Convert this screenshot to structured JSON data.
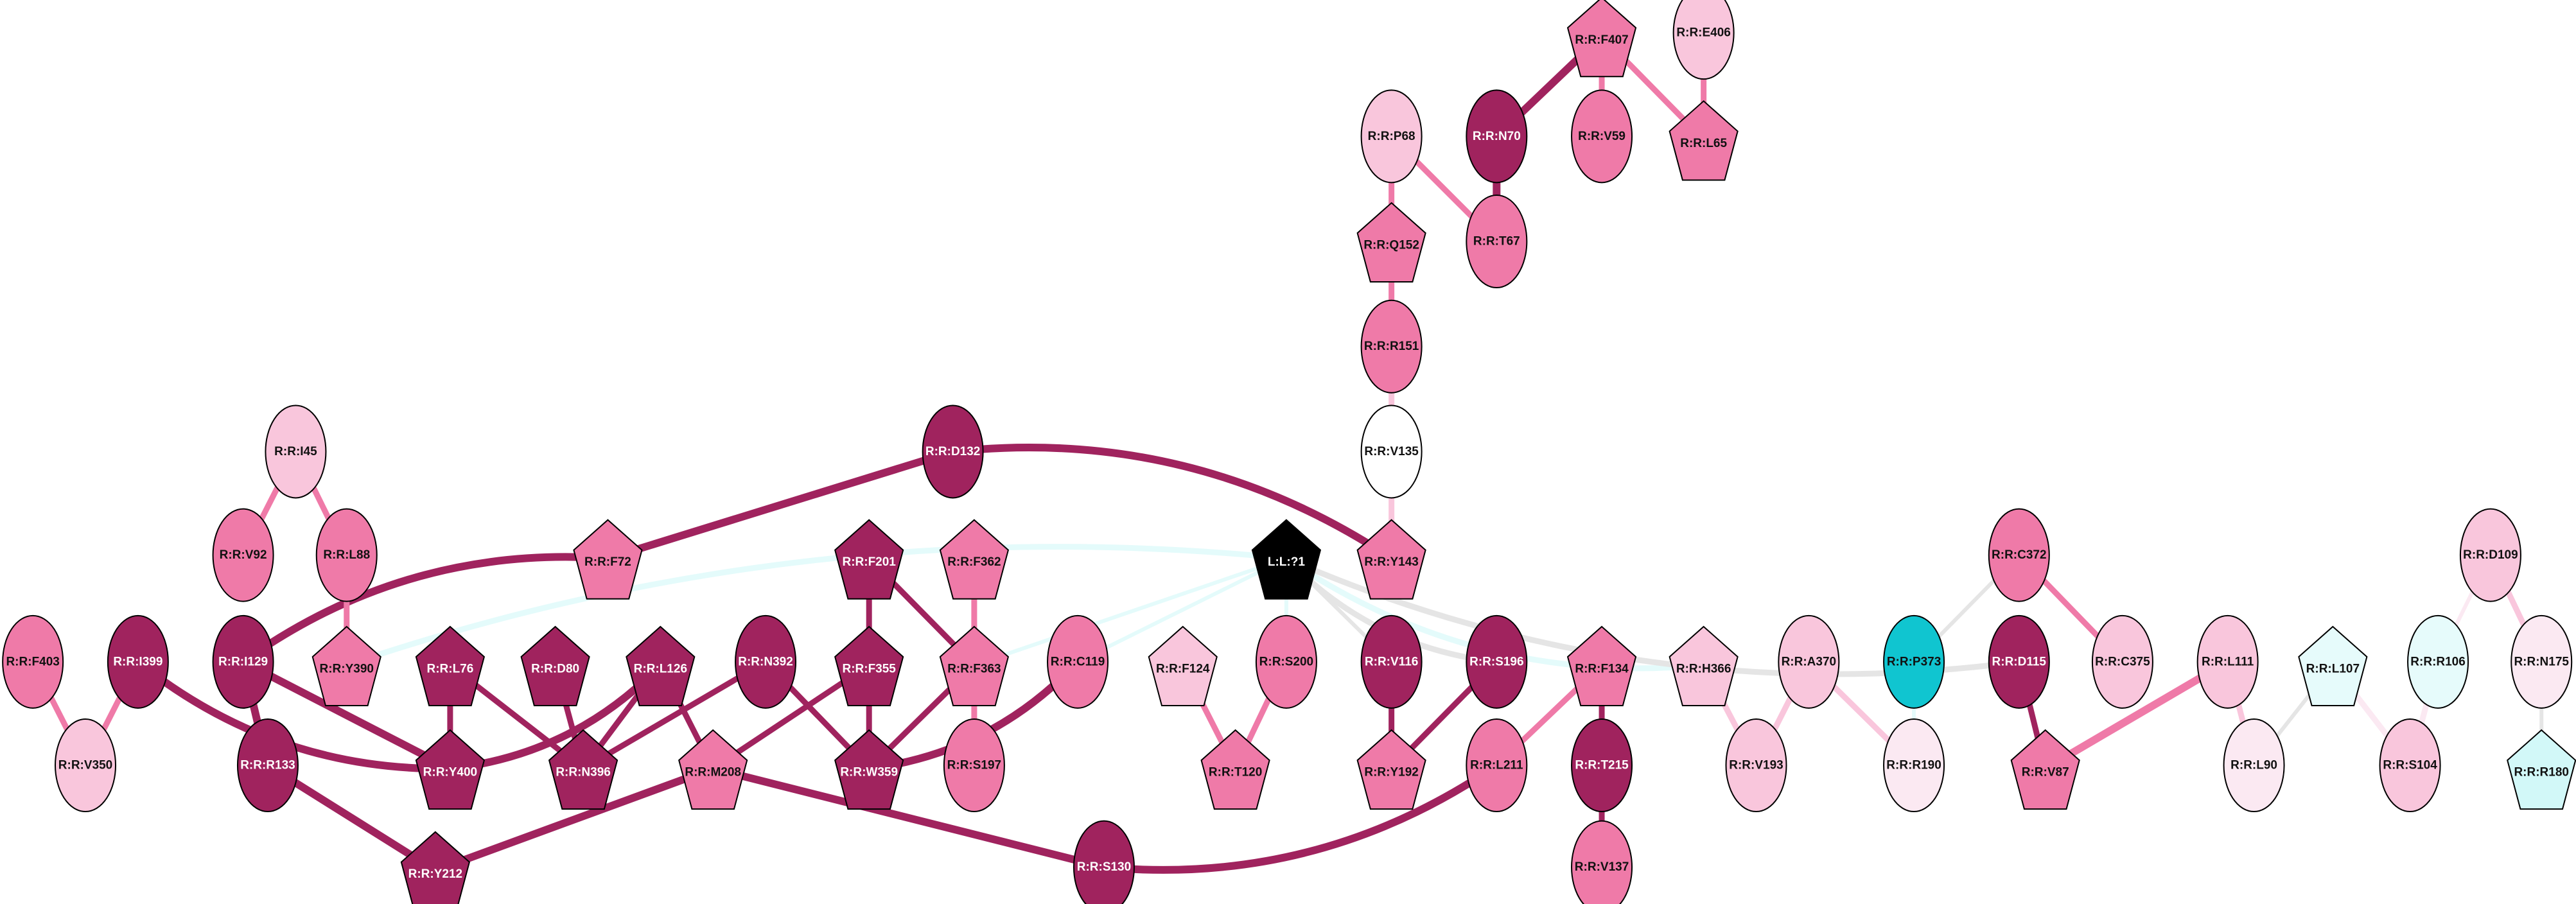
{
  "title": "Residue interaction network",
  "colors": {
    "dark": "#a0235e",
    "mid": "#ef7aa8",
    "light": "#f9c6dc",
    "pale": "#fbe9f2",
    "white": "#ffffff",
    "cyan_pale": "#e6fbfb",
    "cyan_light": "#d2f8f8",
    "cyan": "#10c5d0",
    "ligand": "#000000",
    "gray_edge": "#e5e5e5",
    "cyan_edge": "#e4fbfb"
  },
  "nodes": [
    {
      "id": "F407",
      "label": "R:R:F407",
      "shape": "pentagon",
      "color": "mid"
    },
    {
      "id": "E406",
      "label": "R:R:E406",
      "shape": "ellipse",
      "color": "light"
    },
    {
      "id": "P68",
      "label": "R:R:P68",
      "shape": "ellipse",
      "color": "light"
    },
    {
      "id": "N70",
      "label": "R:R:N70",
      "shape": "ellipse",
      "color": "dark"
    },
    {
      "id": "V59",
      "label": "R:R:V59",
      "shape": "ellipse",
      "color": "mid"
    },
    {
      "id": "L65",
      "label": "R:R:L65",
      "shape": "pentagon",
      "color": "mid"
    },
    {
      "id": "Q152",
      "label": "R:R:Q152",
      "shape": "pentagon",
      "color": "mid"
    },
    {
      "id": "T67",
      "label": "R:R:T67",
      "shape": "ellipse",
      "color": "mid"
    },
    {
      "id": "R151",
      "label": "R:R:R151",
      "shape": "ellipse",
      "color": "mid"
    },
    {
      "id": "V135",
      "label": "R:R:V135",
      "shape": "ellipse",
      "color": "white"
    },
    {
      "id": "I45",
      "label": "R:R:I45",
      "shape": "ellipse",
      "color": "light"
    },
    {
      "id": "D132",
      "label": "R:R:D132",
      "shape": "ellipse",
      "color": "dark"
    },
    {
      "id": "V92",
      "label": "R:R:V92",
      "shape": "ellipse",
      "color": "mid"
    },
    {
      "id": "L88",
      "label": "R:R:L88",
      "shape": "ellipse",
      "color": "mid"
    },
    {
      "id": "F72",
      "label": "R:R:F72",
      "shape": "pentagon",
      "color": "mid"
    },
    {
      "id": "F201",
      "label": "R:R:F201",
      "shape": "pentagon",
      "color": "dark"
    },
    {
      "id": "F362",
      "label": "R:R:F362",
      "shape": "pentagon",
      "color": "mid"
    },
    {
      "id": "L1",
      "label": "L:L:?1",
      "shape": "pentagon",
      "color": "ligand"
    },
    {
      "id": "Y143",
      "label": "R:R:Y143",
      "shape": "pentagon",
      "color": "mid"
    },
    {
      "id": "C372",
      "label": "R:R:C372",
      "shape": "ellipse",
      "color": "mid"
    },
    {
      "id": "D109",
      "label": "R:R:D109",
      "shape": "ellipse",
      "color": "light"
    },
    {
      "id": "F403",
      "label": "R:R:F403",
      "shape": "ellipse",
      "color": "mid"
    },
    {
      "id": "I399",
      "label": "R:R:I399",
      "shape": "ellipse",
      "color": "dark"
    },
    {
      "id": "I129",
      "label": "R:R:I129",
      "shape": "ellipse",
      "color": "dark"
    },
    {
      "id": "Y390",
      "label": "R:R:Y390",
      "shape": "pentagon",
      "color": "mid"
    },
    {
      "id": "L76",
      "label": "R:R:L76",
      "shape": "pentagon",
      "color": "dark"
    },
    {
      "id": "D80",
      "label": "R:R:D80",
      "shape": "pentagon",
      "color": "dark"
    },
    {
      "id": "L126",
      "label": "R:R:L126",
      "shape": "pentagon",
      "color": "dark"
    },
    {
      "id": "N392",
      "label": "R:R:N392",
      "shape": "ellipse",
      "color": "dark"
    },
    {
      "id": "F355",
      "label": "R:R:F355",
      "shape": "pentagon",
      "color": "dark"
    },
    {
      "id": "F363",
      "label": "R:R:F363",
      "shape": "pentagon",
      "color": "mid"
    },
    {
      "id": "C119",
      "label": "R:R:C119",
      "shape": "ellipse",
      "color": "mid"
    },
    {
      "id": "F124",
      "label": "R:R:F124",
      "shape": "pentagon",
      "color": "light"
    },
    {
      "id": "S200",
      "label": "R:R:S200",
      "shape": "ellipse",
      "color": "mid"
    },
    {
      "id": "V116",
      "label": "R:R:V116",
      "shape": "ellipse",
      "color": "dark"
    },
    {
      "id": "S196",
      "label": "R:R:S196",
      "shape": "ellipse",
      "color": "dark"
    },
    {
      "id": "F134",
      "label": "R:R:F134",
      "shape": "pentagon",
      "color": "mid"
    },
    {
      "id": "H366",
      "label": "R:R:H366",
      "shape": "pentagon",
      "color": "light"
    },
    {
      "id": "A370",
      "label": "R:R:A370",
      "shape": "ellipse",
      "color": "light"
    },
    {
      "id": "P373",
      "label": "R:R:P373",
      "shape": "ellipse",
      "color": "cyan"
    },
    {
      "id": "D115",
      "label": "R:R:D115",
      "shape": "ellipse",
      "color": "dark"
    },
    {
      "id": "C375",
      "label": "R:R:C375",
      "shape": "ellipse",
      "color": "light"
    },
    {
      "id": "L111",
      "label": "R:R:L111",
      "shape": "ellipse",
      "color": "light"
    },
    {
      "id": "L107",
      "label": "R:R:L107",
      "shape": "pentagon",
      "color": "cyan_pale"
    },
    {
      "id": "R106",
      "label": "R:R:R106",
      "shape": "ellipse",
      "color": "cyan_pale"
    },
    {
      "id": "N175",
      "label": "R:R:N175",
      "shape": "ellipse",
      "color": "pale"
    },
    {
      "id": "V350",
      "label": "R:R:V350",
      "shape": "ellipse",
      "color": "light"
    },
    {
      "id": "R133",
      "label": "R:R:R133",
      "shape": "ellipse",
      "color": "dark"
    },
    {
      "id": "Y400",
      "label": "R:R:Y400",
      "shape": "pentagon",
      "color": "dark"
    },
    {
      "id": "N396",
      "label": "R:R:N396",
      "shape": "pentagon",
      "color": "dark"
    },
    {
      "id": "M208",
      "label": "R:R:M208",
      "shape": "pentagon",
      "color": "mid"
    },
    {
      "id": "W359",
      "label": "R:R:W359",
      "shape": "pentagon",
      "color": "dark"
    },
    {
      "id": "S197",
      "label": "R:R:S197",
      "shape": "ellipse",
      "color": "mid"
    },
    {
      "id": "T120",
      "label": "R:R:T120",
      "shape": "pentagon",
      "color": "mid"
    },
    {
      "id": "Y192",
      "label": "R:R:Y192",
      "shape": "pentagon",
      "color": "mid"
    },
    {
      "id": "L211",
      "label": "R:R:L211",
      "shape": "ellipse",
      "color": "mid"
    },
    {
      "id": "T215",
      "label": "R:R:T215",
      "shape": "ellipse",
      "color": "dark"
    },
    {
      "id": "V193",
      "label": "R:R:V193",
      "shape": "ellipse",
      "color": "light"
    },
    {
      "id": "R190",
      "label": "R:R:R190",
      "shape": "ellipse",
      "color": "pale"
    },
    {
      "id": "V87",
      "label": "R:R:V87",
      "shape": "pentagon",
      "color": "mid"
    },
    {
      "id": "L90",
      "label": "R:R:L90",
      "shape": "ellipse",
      "color": "pale"
    },
    {
      "id": "S104",
      "label": "R:R:S104",
      "shape": "ellipse",
      "color": "light"
    },
    {
      "id": "R180",
      "label": "R:R:R180",
      "shape": "pentagon",
      "color": "cyan_light"
    },
    {
      "id": "Y212",
      "label": "R:R:Y212",
      "shape": "pentagon",
      "color": "dark"
    },
    {
      "id": "S130",
      "label": "R:R:S130",
      "shape": "ellipse",
      "color": "dark"
    },
    {
      "id": "V137",
      "label": "R:R:V137",
      "shape": "ellipse",
      "color": "mid"
    }
  ],
  "edges": [
    {
      "source": "F407",
      "target": "N70",
      "color": "dark",
      "weight": "strong"
    },
    {
      "source": "F407",
      "target": "V59",
      "color": "mid",
      "weight": "medium"
    },
    {
      "source": "F407",
      "target": "L65",
      "color": "mid",
      "weight": "medium"
    },
    {
      "source": "E406",
      "target": "L65",
      "color": "mid",
      "weight": "medium"
    },
    {
      "source": "P68",
      "target": "Q152",
      "color": "mid",
      "weight": "medium"
    },
    {
      "source": "P68",
      "target": "T67",
      "color": "mid",
      "weight": "medium"
    },
    {
      "source": "N70",
      "target": "T67",
      "color": "dark",
      "weight": "strong"
    },
    {
      "source": "Q152",
      "target": "R151",
      "color": "mid",
      "weight": "medium"
    },
    {
      "source": "R151",
      "target": "V135",
      "color": "light",
      "weight": "medium"
    },
    {
      "source": "V135",
      "target": "Y143",
      "color": "light",
      "weight": "medium"
    },
    {
      "source": "D132",
      "target": "Y143",
      "color": "dark",
      "weight": "strong",
      "curved": true
    },
    {
      "source": "D132",
      "target": "F72",
      "color": "dark",
      "weight": "strong"
    },
    {
      "source": "F72",
      "target": "I129",
      "color": "dark",
      "weight": "strong",
      "curved": true
    },
    {
      "source": "I45",
      "target": "V92",
      "color": "mid",
      "weight": "medium"
    },
    {
      "source": "I45",
      "target": "L88",
      "color": "mid",
      "weight": "medium"
    },
    {
      "source": "L88",
      "target": "Y390",
      "color": "mid",
      "weight": "medium"
    },
    {
      "source": "F403",
      "target": "V350",
      "color": "mid",
      "weight": "medium"
    },
    {
      "source": "I399",
      "target": "V350",
      "color": "mid",
      "weight": "medium"
    },
    {
      "source": "I399",
      "target": "Y400",
      "color": "dark",
      "weight": "strong",
      "curved": true
    },
    {
      "source": "I129",
      "target": "Y400",
      "color": "dark",
      "weight": "strong"
    },
    {
      "source": "I129",
      "target": "R133",
      "color": "dark",
      "weight": "strong"
    },
    {
      "source": "R133",
      "target": "Y212",
      "color": "dark",
      "weight": "strong"
    },
    {
      "source": "L76",
      "target": "Y400",
      "color": "dark",
      "weight": "medium"
    },
    {
      "source": "L76",
      "target": "N396",
      "color": "dark",
      "weight": "medium"
    },
    {
      "source": "D80",
      "target": "N396",
      "color": "dark",
      "weight": "medium"
    },
    {
      "source": "L126",
      "target": "Y400",
      "color": "dark",
      "weight": "strong",
      "curved": true
    },
    {
      "source": "L126",
      "target": "N396",
      "color": "dark",
      "weight": "medium"
    },
    {
      "source": "L126",
      "target": "M208",
      "color": "dark",
      "weight": "medium"
    },
    {
      "source": "N392",
      "target": "N396",
      "color": "dark",
      "weight": "medium"
    },
    {
      "source": "N392",
      "target": "W359",
      "color": "dark",
      "weight": "medium"
    },
    {
      "source": "F355",
      "target": "M208",
      "color": "dark",
      "weight": "medium"
    },
    {
      "source": "F355",
      "target": "W359",
      "color": "dark",
      "weight": "medium"
    },
    {
      "source": "F201",
      "target": "F355",
      "color": "dark",
      "weight": "medium"
    },
    {
      "source": "F201",
      "target": "F363",
      "color": "dark",
      "weight": "medium"
    },
    {
      "source": "F362",
      "target": "F363",
      "color": "mid",
      "weight": "medium"
    },
    {
      "source": "F363",
      "target": "W359",
      "color": "dark",
      "weight": "medium"
    },
    {
      "source": "F363",
      "target": "S197",
      "color": "mid",
      "weight": "medium"
    },
    {
      "source": "C119",
      "target": "W359",
      "color": "dark",
      "weight": "strong",
      "curved": true
    },
    {
      "source": "M208",
      "target": "Y212",
      "color": "dark",
      "weight": "strong"
    },
    {
      "source": "M208",
      "target": "S130",
      "color": "dark",
      "weight": "strong"
    },
    {
      "source": "S130",
      "target": "L211",
      "color": "dark",
      "weight": "strong",
      "curved": true
    },
    {
      "source": "F124",
      "target": "T120",
      "color": "mid",
      "weight": "medium"
    },
    {
      "source": "S200",
      "target": "T120",
      "color": "mid",
      "weight": "medium"
    },
    {
      "source": "V116",
      "target": "Y192",
      "color": "dark",
      "weight": "medium"
    },
    {
      "source": "S196",
      "target": "Y192",
      "color": "dark",
      "weight": "medium"
    },
    {
      "source": "F134",
      "target": "L211",
      "color": "mid",
      "weight": "medium"
    },
    {
      "source": "F134",
      "target": "T215",
      "color": "dark",
      "weight": "medium"
    },
    {
      "source": "T215",
      "target": "V137",
      "color": "dark",
      "weight": "medium"
    },
    {
      "source": "H366",
      "target": "V193",
      "color": "light",
      "weight": "medium"
    },
    {
      "source": "A370",
      "target": "V193",
      "color": "light",
      "weight": "medium"
    },
    {
      "source": "A370",
      "target": "R190",
      "color": "light",
      "weight": "medium"
    },
    {
      "source": "P373",
      "target": "R190",
      "color": "cyan_edge",
      "weight": "thin"
    },
    {
      "source": "C372",
      "target": "P373",
      "color": "gray_edge",
      "weight": "thin"
    },
    {
      "source": "C372",
      "target": "C375",
      "color": "mid",
      "weight": "medium"
    },
    {
      "source": "D115",
      "target": "V87",
      "color": "dark",
      "weight": "medium"
    },
    {
      "source": "L111",
      "target": "V87",
      "color": "mid",
      "weight": "strong"
    },
    {
      "source": "L111",
      "target": "L90",
      "color": "light",
      "weight": "medium"
    },
    {
      "source": "L107",
      "target": "L90",
      "color": "gray_edge",
      "weight": "thin"
    },
    {
      "source": "L107",
      "target": "S104",
      "color": "pale",
      "weight": "medium"
    },
    {
      "source": "R106",
      "target": "S104",
      "color": "pale",
      "weight": "medium"
    },
    {
      "source": "D109",
      "target": "R106",
      "color": "pale",
      "weight": "thin"
    },
    {
      "source": "D109",
      "target": "N175",
      "color": "light",
      "weight": "medium"
    },
    {
      "source": "N175",
      "target": "R180",
      "color": "gray_edge",
      "weight": "thin"
    },
    {
      "source": "L1",
      "target": "Y390",
      "color": "cyan_edge",
      "weight": "medium",
      "curved": true
    },
    {
      "source": "L1",
      "target": "F363",
      "color": "cyan_edge",
      "weight": "thin"
    },
    {
      "source": "L1",
      "target": "C119",
      "color": "cyan_edge",
      "weight": "thin"
    },
    {
      "source": "L1",
      "target": "S200",
      "color": "cyan_edge",
      "weight": "thin"
    },
    {
      "source": "L1",
      "target": "V116",
      "color": "gray_edge",
      "weight": "thin"
    },
    {
      "source": "L1",
      "target": "S196",
      "color": "gray_edge",
      "weight": "medium",
      "curved": true
    },
    {
      "source": "L1",
      "target": "H366",
      "color": "cyan_edge",
      "weight": "medium",
      "curved": true
    },
    {
      "source": "L1",
      "target": "D115",
      "color": "gray_edge",
      "weight": "medium",
      "curved": true
    }
  ]
}
